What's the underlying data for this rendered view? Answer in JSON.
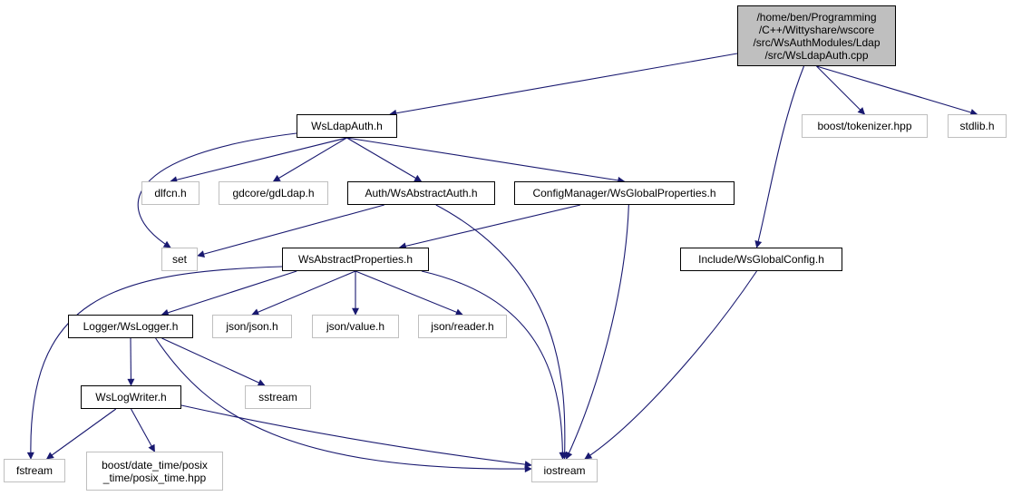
{
  "nodes": {
    "root": "/home/ben/Programming\n/C++/Wittyshare/wscore\n/src/WsAuthModules/Ldap\n/src/WsLdapAuth.cpp",
    "wsldapauth_h": "WsLdapAuth.h",
    "boost_tokenizer": "boost/tokenizer.hpp",
    "stdlib_h": "stdlib.h",
    "dlfcn_h": "dlfcn.h",
    "gdldap_h": "gdcore/gdLdap.h",
    "wsabstractauth_h": "Auth/WsAbstractAuth.h",
    "wsglobalproperties_h": "ConfigManager/WsGlobalProperties.h",
    "set": "set",
    "wsabstractproperties_h": "WsAbstractProperties.h",
    "wsglobalconfig_h": "Include/WsGlobalConfig.h",
    "wslogger_h": "Logger/WsLogger.h",
    "json_json_h": "json/json.h",
    "json_value_h": "json/value.h",
    "json_reader_h": "json/reader.h",
    "wslogwriter_h": "WsLogWriter.h",
    "sstream": "sstream",
    "fstream": "fstream",
    "posix_time": "boost/date_time/posix\n_time/posix_time.hpp",
    "iostream": "iostream"
  },
  "edges": [
    [
      "root",
      "wsldapauth_h"
    ],
    [
      "root",
      "boost_tokenizer"
    ],
    [
      "root",
      "stdlib_h"
    ],
    [
      "root",
      "wsglobalconfig_h"
    ],
    [
      "wsldapauth_h",
      "set"
    ],
    [
      "wsldapauth_h",
      "dlfcn_h"
    ],
    [
      "wsldapauth_h",
      "gdldap_h"
    ],
    [
      "wsldapauth_h",
      "wsabstractauth_h"
    ],
    [
      "wsldapauth_h",
      "wsglobalproperties_h"
    ],
    [
      "wsabstractauth_h",
      "set"
    ],
    [
      "wsabstractauth_h",
      "iostream"
    ],
    [
      "wsglobalproperties_h",
      "wsabstractproperties_h"
    ],
    [
      "wsglobalproperties_h",
      "iostream"
    ],
    [
      "wsabstractproperties_h",
      "fstream"
    ],
    [
      "wsabstractproperties_h",
      "wslogger_h"
    ],
    [
      "wsabstractproperties_h",
      "json_json_h"
    ],
    [
      "wsabstractproperties_h",
      "json_value_h"
    ],
    [
      "wsabstractproperties_h",
      "json_reader_h"
    ],
    [
      "wsabstractproperties_h",
      "iostream"
    ],
    [
      "wsglobalconfig_h",
      "iostream"
    ],
    [
      "wslogger_h",
      "wslogwriter_h"
    ],
    [
      "wslogger_h",
      "sstream"
    ],
    [
      "wslogger_h",
      "iostream"
    ],
    [
      "wslogwriter_h",
      "fstream"
    ],
    [
      "wslogwriter_h",
      "posix_time"
    ],
    [
      "wslogwriter_h",
      "iostream"
    ]
  ],
  "colors": {
    "edge": "#191970",
    "root_fill": "#bfbfbf",
    "grey_border": "#bfbfbf"
  }
}
